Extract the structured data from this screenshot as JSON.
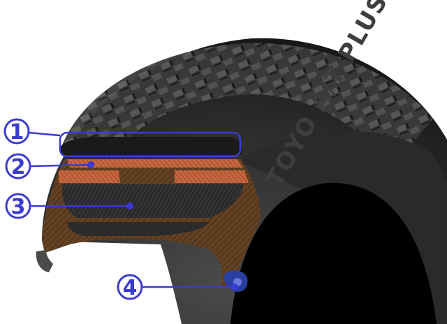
{
  "tire": {
    "sidewall_brand": "TOYO A/T PLUS"
  },
  "callouts": [
    {
      "number": "1"
    },
    {
      "number": "2"
    },
    {
      "number": "3"
    },
    {
      "number": "4"
    }
  ],
  "colors": {
    "callout_blue": "#3a3ad0",
    "tire_rubber": "#2e2e2e",
    "belt_orange": "#c8643c",
    "carcass_brown": "#5a3a1e",
    "casing_dark": "#1e1e1e"
  }
}
